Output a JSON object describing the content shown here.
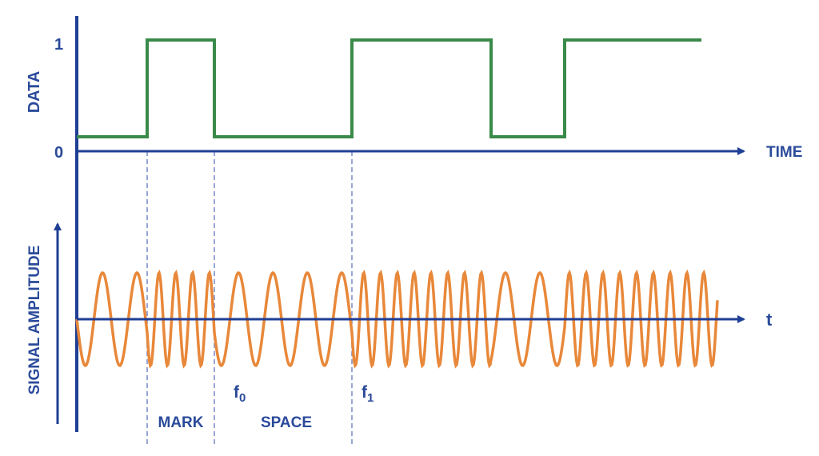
{
  "diagram": {
    "data_axis": {
      "label": "DATA",
      "tick_high": "1",
      "tick_low": "0",
      "x_label": "TIME"
    },
    "signal_axis": {
      "label": "SIGNAL AMPLITUDE",
      "x_label": "t"
    },
    "data_bits": [
      0,
      1,
      0,
      1,
      0,
      1
    ],
    "segment_labels": {
      "mark": "MARK",
      "space": "SPACE",
      "f0_base": "f",
      "f0_sub": "0",
      "f1_base": "f",
      "f1_sub": "1"
    },
    "colors": {
      "axis": "#1f3f94",
      "data": "#3a8a4a",
      "signal": "#e8883a",
      "divider": "#8090c8"
    }
  }
}
